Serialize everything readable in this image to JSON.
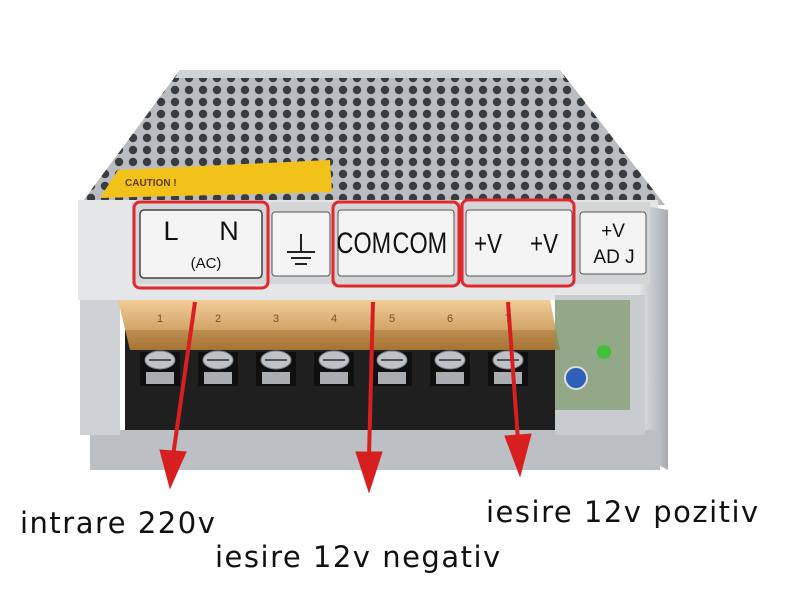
{
  "terminal_labels": {
    "l": "L",
    "n": "N",
    "ac": "(AC)",
    "com1": "COM",
    "com2": "COM",
    "v1": "+V",
    "v2": "+V",
    "adj_v": "+V",
    "adj": "AD J"
  },
  "caution_text": "CAUTION !",
  "terminal_numbers": [
    "1",
    "2",
    "3",
    "4",
    "5",
    "6",
    "7"
  ],
  "annotations": {
    "input": "intrare 220v",
    "negative": "iesire 12v negativ",
    "positive": "iesire 12v pozitiv"
  },
  "colors": {
    "highlight": "#e0282d",
    "arrow": "#d81f1f",
    "caution": "#f2c21b",
    "terminal_cover": "#d9a35a",
    "terminal_block": "#1f1f1f",
    "metal": "#c9ccd0"
  }
}
